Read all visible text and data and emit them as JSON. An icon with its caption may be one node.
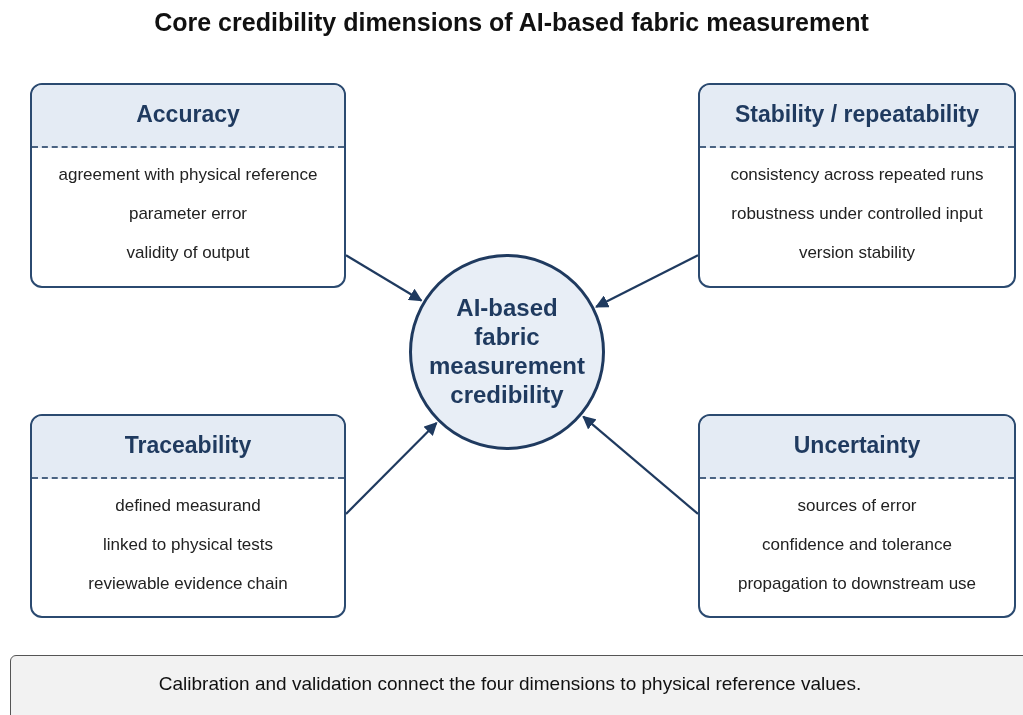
{
  "diagram": {
    "title": "Core credibility dimensions of AI-based fabric measurement",
    "nodes": [
      {
        "text": [
          "Accuracy",
          "agreement with physical reference",
          "parameter error",
          "validity of output"
        ]
      },
      {
        "text": [
          "Stability / repeatability",
          "consistency across repeated runs",
          "robustness under controlled input",
          "version stability"
        ]
      },
      {
        "text": [
          "AI-based fabric measurement credibility"
        ]
      },
      {
        "text": [
          "Traceability",
          "defined measurand",
          "linked to physical tests",
          "reviewable evidence chain"
        ]
      },
      {
        "text": [
          "Uncertainty",
          "sources of error",
          "confidence and tolerance",
          "propagation to downstream use"
        ]
      },
      {
        "text": [
          "Calibration and validation connect the four dimensions to physical reference values."
        ]
      }
    ],
    "edges": [
      {
        "from": 0,
        "to": 2,
        "arrow": "to"
      },
      {
        "from": 1,
        "to": 2,
        "arrow": "to"
      },
      {
        "from": 3,
        "to": 2,
        "arrow": "to"
      },
      {
        "from": 4,
        "to": 2,
        "arrow": "to"
      }
    ]
  }
}
